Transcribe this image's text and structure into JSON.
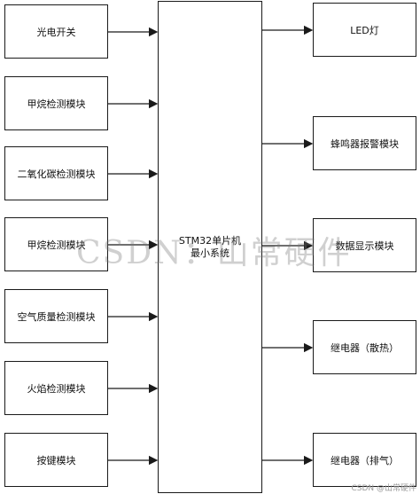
{
  "inputs": [
    "光电开关",
    "甲烷检测模块",
    "二氧化碳检测模块",
    "甲烷检测模块",
    "空气质量检测模块",
    "火焰检测模块",
    "按键模块"
  ],
  "mcu": {
    "line1": "STM32单片机",
    "line2": "最小系统"
  },
  "outputs": [
    "LED灯",
    "蜂鸣器报警模块",
    "数据显示模块",
    "继电器（散热）",
    "继电器（排气）"
  ],
  "watermark": "CSDN：山常硬件",
  "watermark_small": "CSDN @山常硬件"
}
